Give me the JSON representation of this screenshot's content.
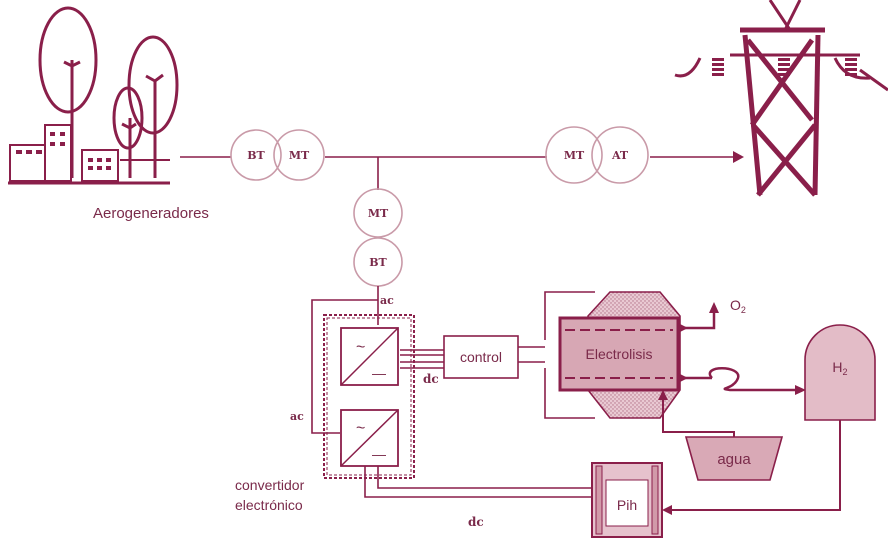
{
  "labels": {
    "aerogeneradores": "Aerogeneradores",
    "bt1": "BT",
    "mt1": "MT",
    "mt2": "MT",
    "at": "AT",
    "mt3": "MT",
    "bt2": "BT",
    "ac_top": "ac",
    "ac_left": "ac",
    "dc_mid": "dc",
    "dc_bottom": "dc",
    "control": "control",
    "electrolisis": "Electrolisis",
    "o2": "O",
    "o2_sub": "2",
    "h2": "H",
    "h2_sub": "2",
    "agua": "agua",
    "pih": "Pih",
    "convertidor_line1": "convertidor",
    "convertidor_line2": "electrónico",
    "ac_symbol": "~",
    "dc_symbol": "—"
  },
  "colors": {
    "line": "#8a1f4a",
    "fill_light": "#e6c2cd",
    "fill_mid": "#d9a9b6",
    "text": "#7a2a4a"
  }
}
